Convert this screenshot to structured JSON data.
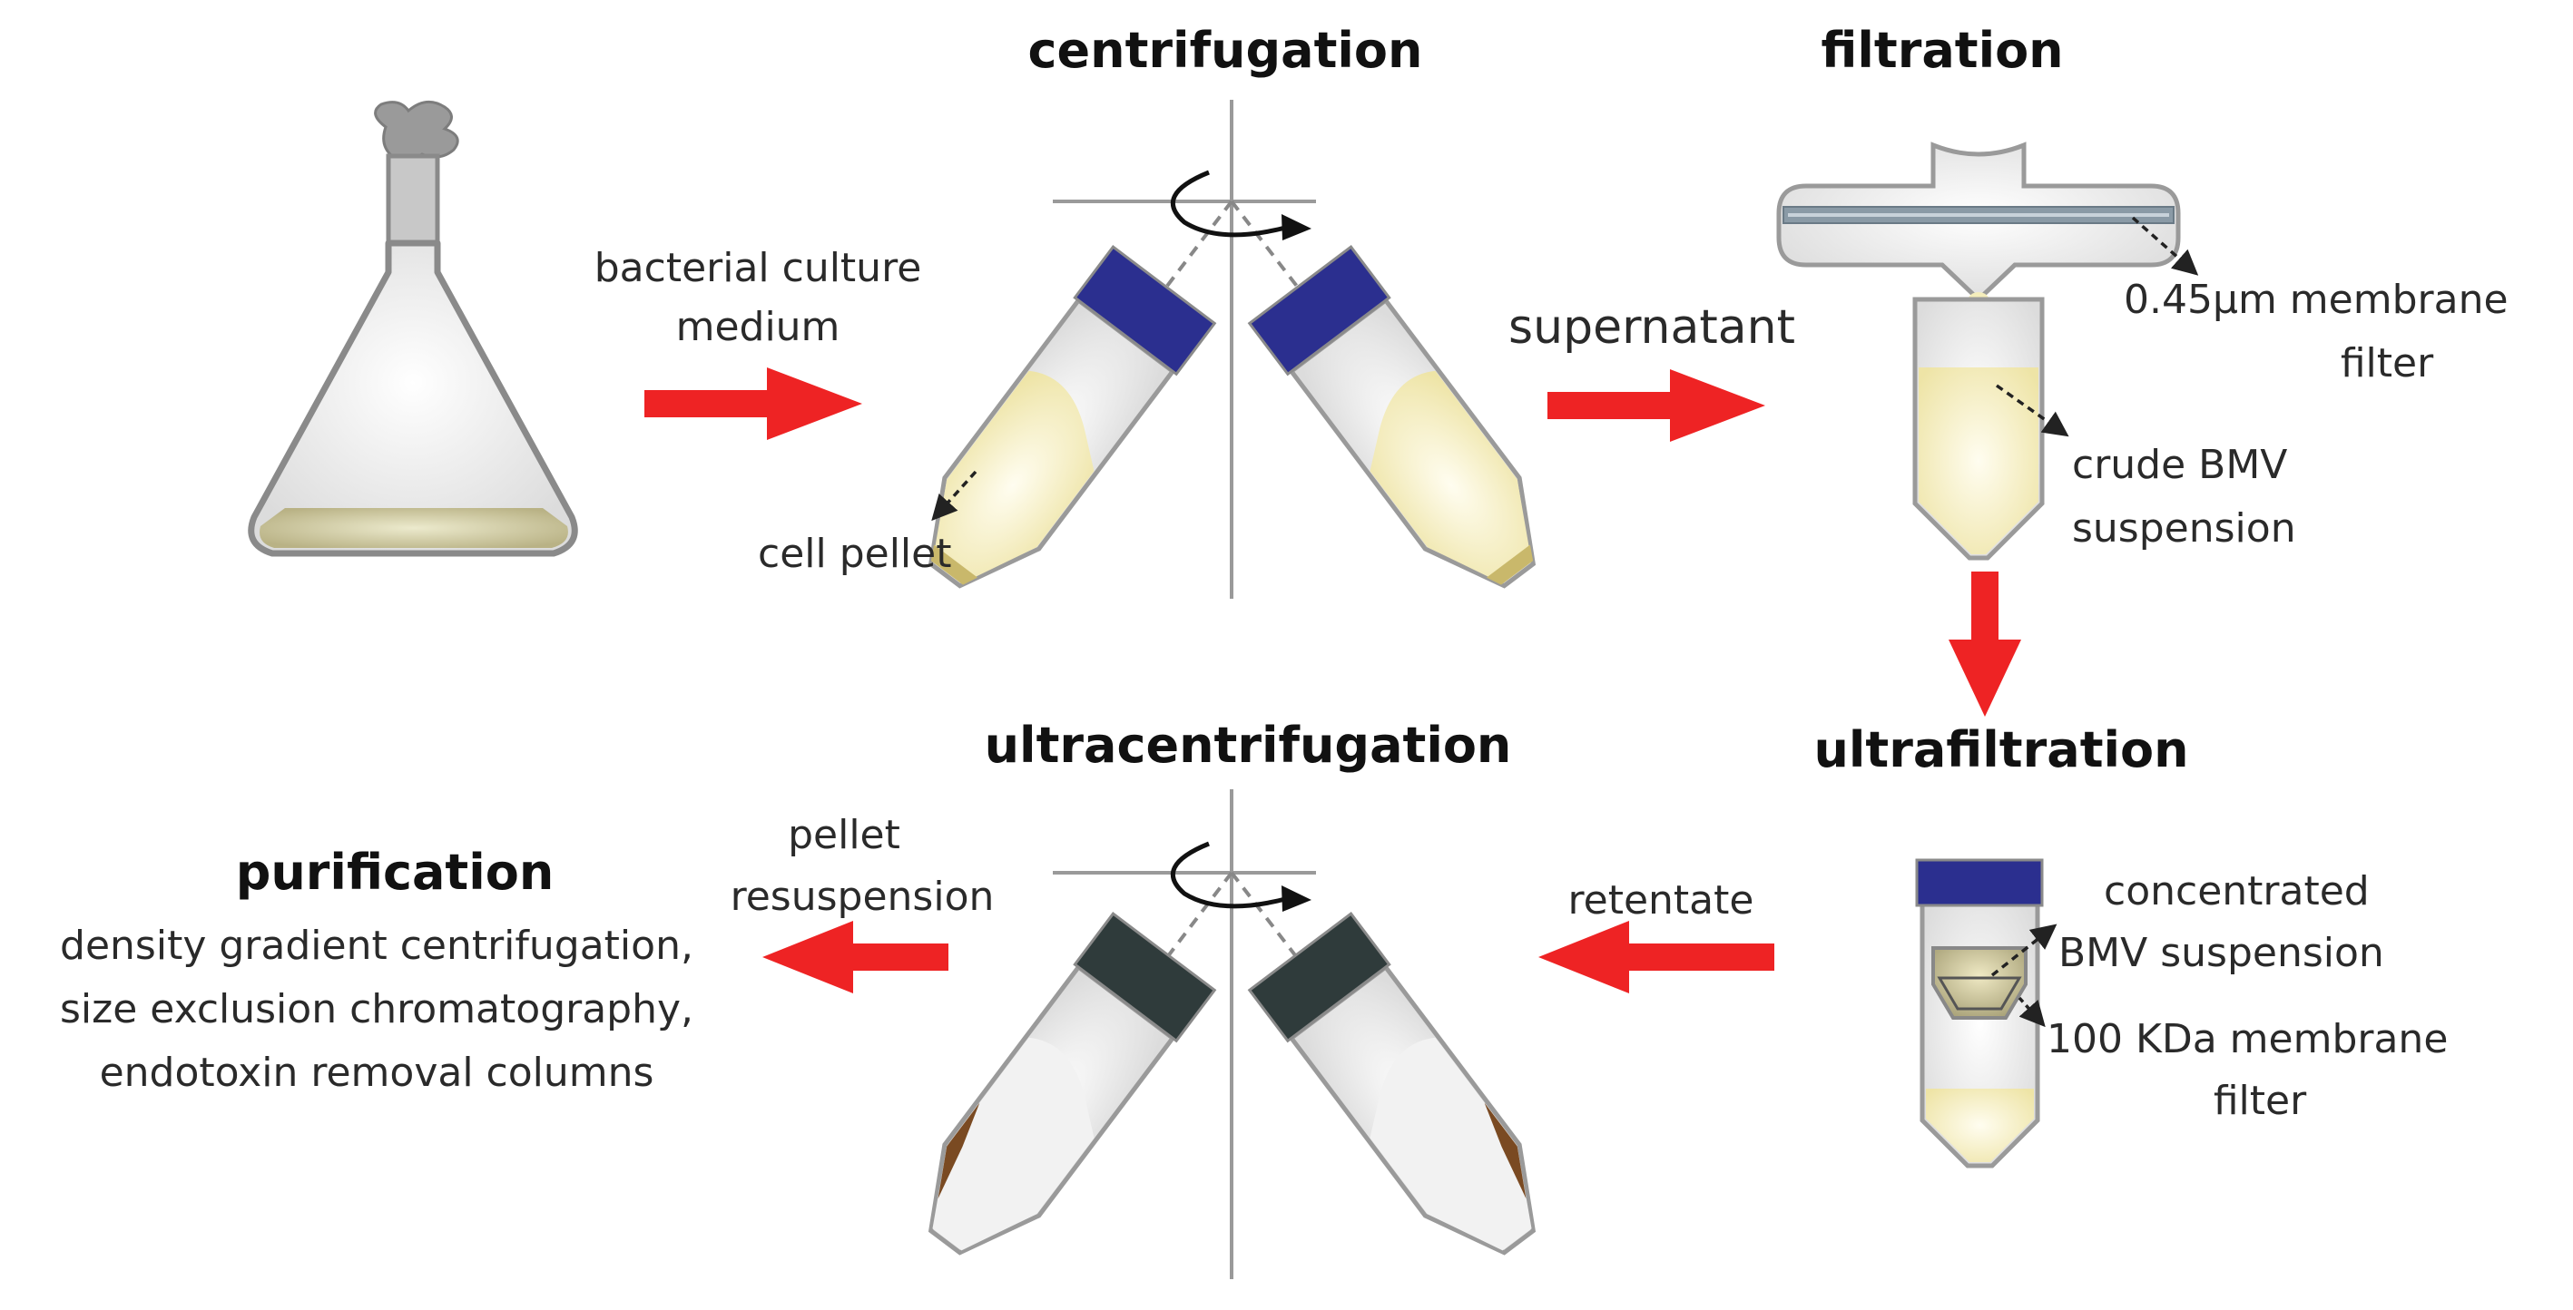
{
  "steps": {
    "centrifugation": "centrifugation",
    "filtration": "filtration",
    "ultrafiltration": "ultrafiltration",
    "ultracentrifugation": "ultracentrifugation",
    "purification": "purification"
  },
  "labels": {
    "culture_line1": "bacterial culture",
    "culture_line2": "medium",
    "supernatant": "supernatant",
    "cell_pellet": "cell pellet",
    "filter045_line1": "0.45μm membrane",
    "filter045_line2": "filter",
    "crude_line1": "crude BMV",
    "crude_line2": "suspension",
    "retentate": "retentate",
    "concentrated_line1": "concentrated",
    "concentrated_line2": "BMV suspension",
    "kda_line1": "100 KDa membrane",
    "kda_line2": "filter",
    "pellet_line1": "pellet",
    "pellet_line2": "resuspension",
    "purif_line1": "density gradient centrifugation,",
    "purif_line2": "size exclusion chromatography,",
    "purif_line3": "endotoxin removal columns"
  },
  "colors": {
    "arrow": "#ee2324",
    "culture_liquid": "#c9c398",
    "supernatant_liquid": "#f4edbb",
    "blue_cap": "#2b2f8f",
    "dark_cap": "#2f3b3b",
    "pellet_brown": "#7a4a22",
    "glass_outline": "#8a8a8a"
  }
}
